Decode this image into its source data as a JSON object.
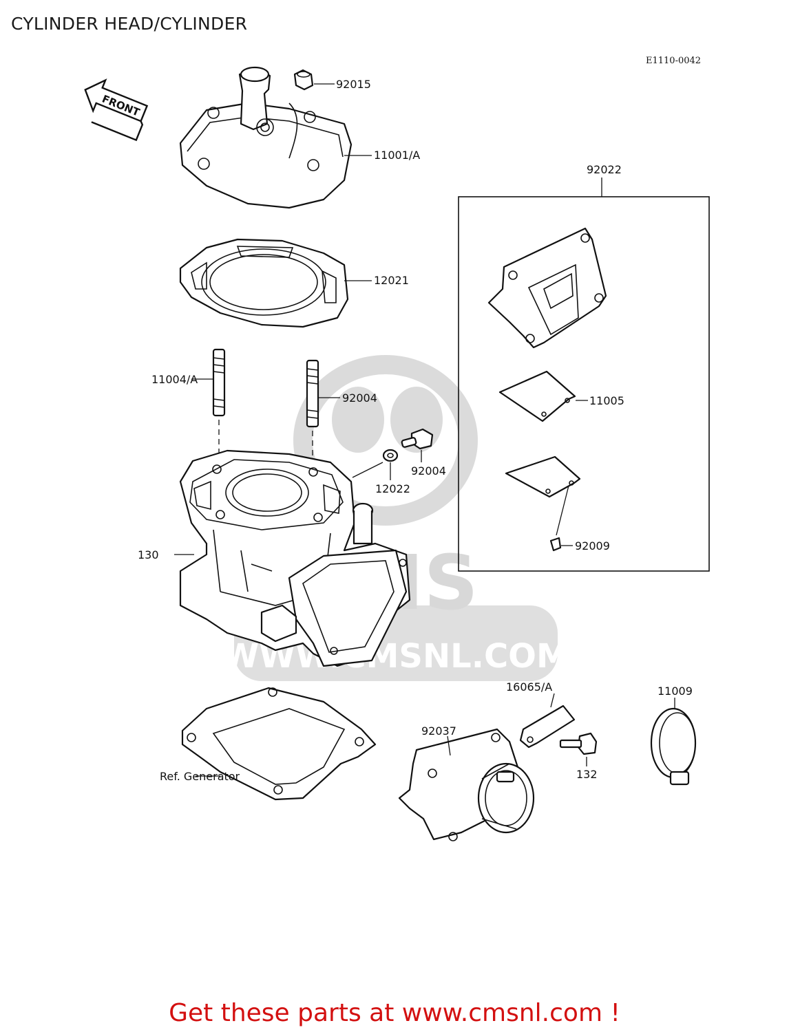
{
  "page_title": "CYLINDER HEAD/CYLINDER",
  "diagram_ref": "E1110-0042",
  "front_label": "FRONT",
  "watermark": {
    "logo": "CMS",
    "site": "WWW.CMSNL.COM"
  },
  "parts": [
    {
      "id": "p-92015",
      "label": "92015"
    },
    {
      "id": "p-11001a",
      "label": "11001/A"
    },
    {
      "id": "p-12021",
      "label": "12021"
    },
    {
      "id": "p-11004a",
      "label": "11004/A"
    },
    {
      "id": "p-92004-l",
      "label": "92004"
    },
    {
      "id": "p-92004-r",
      "label": "92004"
    },
    {
      "id": "p-12022",
      "label": "12022"
    },
    {
      "id": "p-130",
      "label": "130"
    },
    {
      "id": "p-92022",
      "label": "92022"
    },
    {
      "id": "p-11005",
      "label": "11005"
    },
    {
      "id": "p-92009",
      "label": "92009"
    },
    {
      "id": "p-refgen",
      "label": "Ref. Generator"
    },
    {
      "id": "p-92037",
      "label": "92037"
    },
    {
      "id": "p-16065a",
      "label": "16065/A"
    },
    {
      "id": "p-132",
      "label": "132"
    },
    {
      "id": "p-11009",
      "label": "11009"
    }
  ],
  "footer": {
    "text": "Get these parts at www.cmsnl.com !"
  },
  "colors": {
    "footer_text": "#d31010",
    "line": "#111111",
    "watermark": "#d4d4d4"
  }
}
